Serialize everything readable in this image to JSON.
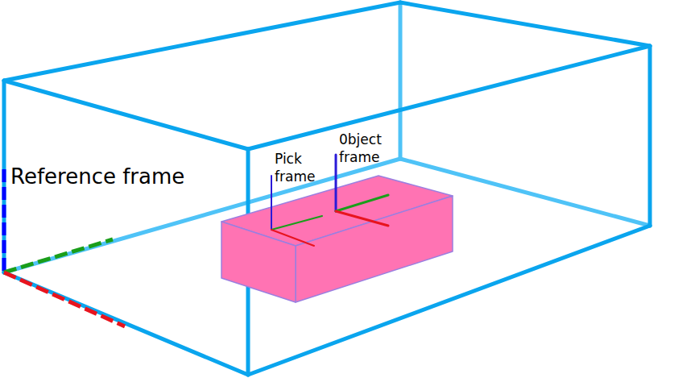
{
  "diagram": {
    "labels": [
      "Reference frame",
      "Pick frame",
      "0bject frame"
    ]
  }
}
